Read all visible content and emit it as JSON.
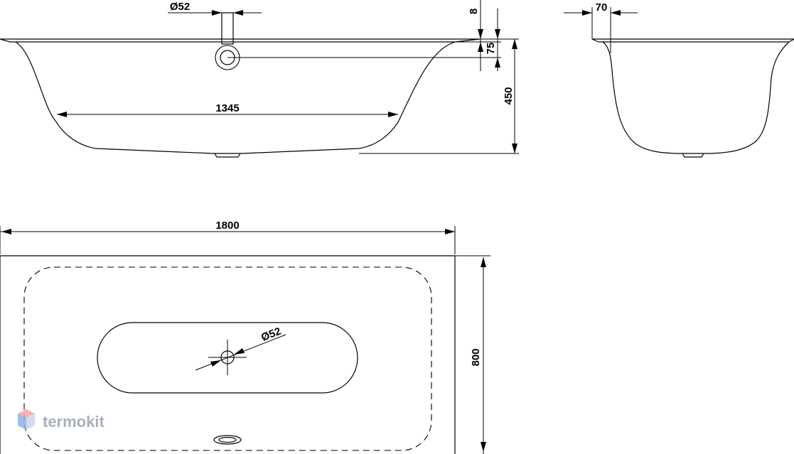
{
  "dimensions": {
    "overflow_diameter": "Ø52",
    "rim_thickness": "8",
    "overflow_height": "75",
    "rim_width": "70",
    "bottom_length": "1345",
    "depth": "450",
    "overall_length": "1800",
    "overall_width": "800",
    "drain_diameter": "Ø52"
  },
  "watermark": {
    "text": "termokit",
    "colors": {
      "text": "#9aa3ad",
      "logo_top": "#f4a6a6",
      "logo_left": "#8fb3e8",
      "logo_right": "#c9d7f0"
    }
  }
}
